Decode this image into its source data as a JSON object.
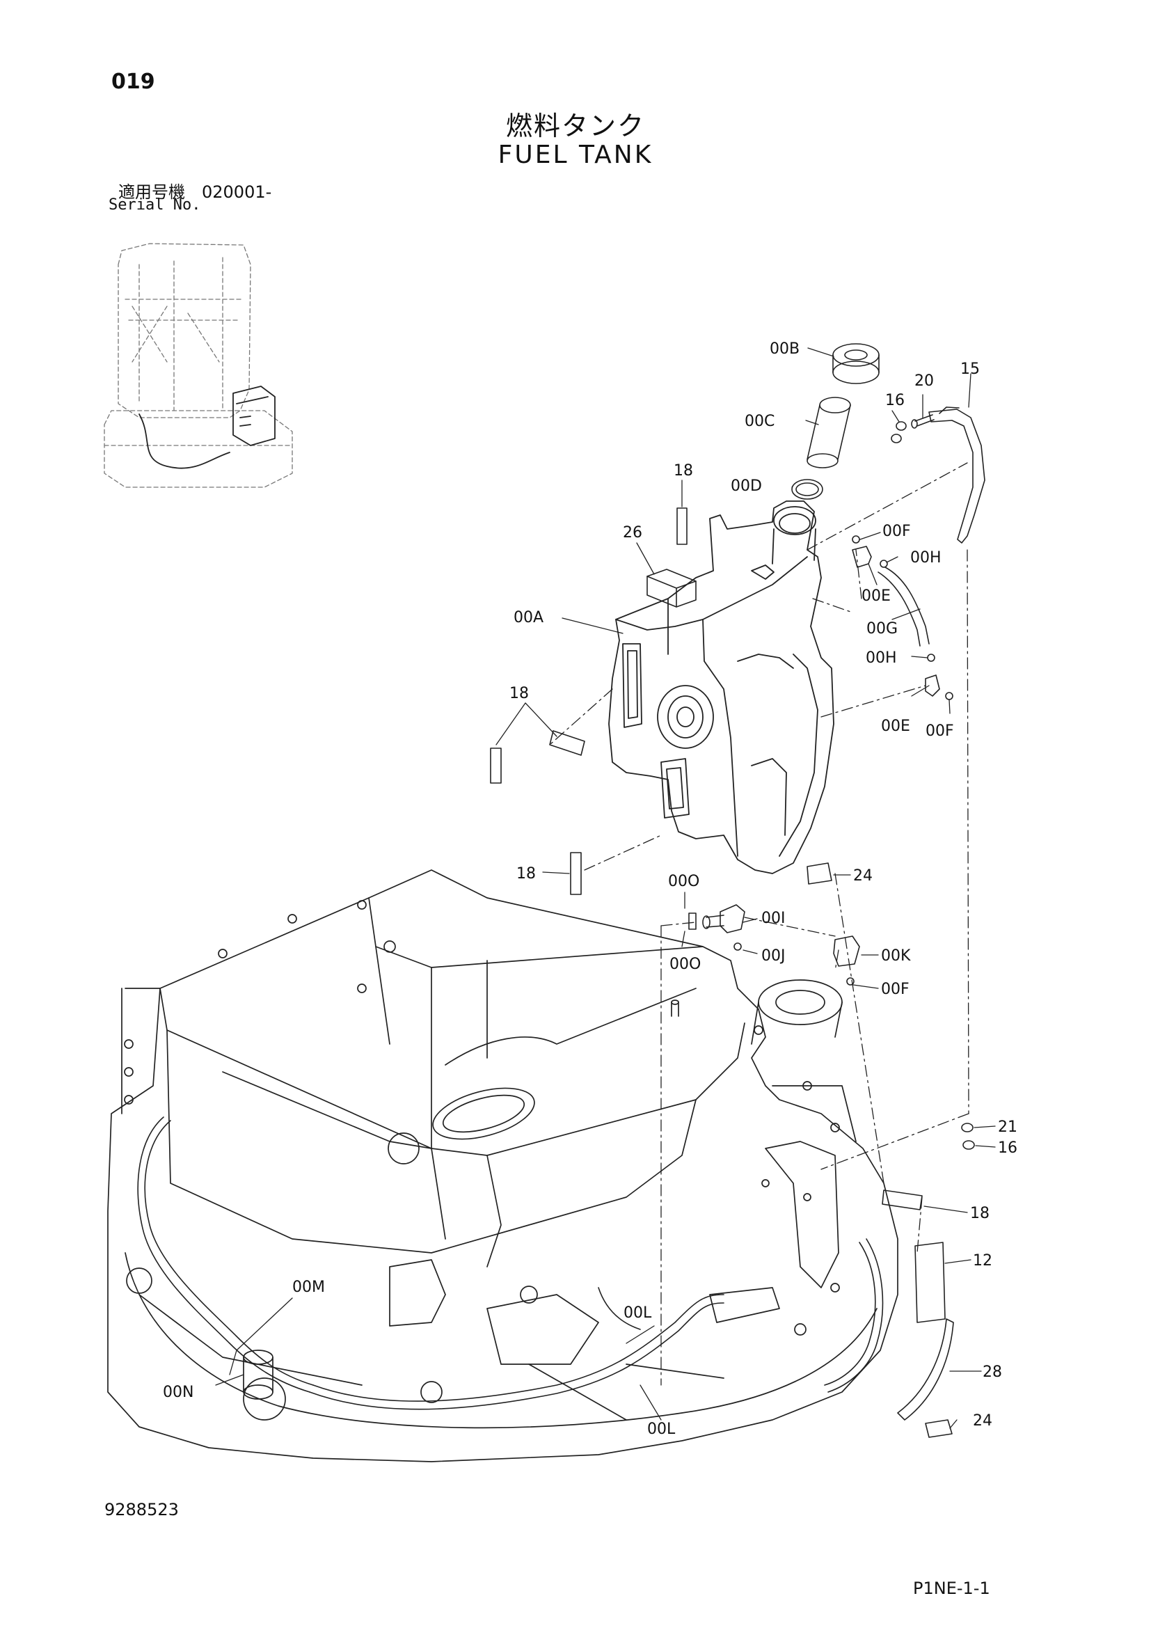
{
  "page_number": "019",
  "title_jp": "燃料タンク",
  "title_en": "FUEL TANK",
  "serial_jp": "適用号機　020001-",
  "serial_en": "Serial No.",
  "drawing_number": "9288523",
  "page_code": "P1NE-1-1",
  "callouts": {
    "c00B": "00B",
    "c00C": "00C",
    "c00D": "00D",
    "c16a": "16",
    "c20": "20",
    "c15": "15",
    "c18a": "18",
    "c26": "26",
    "c00F1": "00F",
    "c00H1": "00H",
    "c00E1": "00E",
    "c00G": "00G",
    "c00A": "00A",
    "c00H2": "00H",
    "c18b": "18",
    "c00E2": "00E",
    "c00F2": "00F",
    "c18c": "18",
    "c24a": "24",
    "c00O1": "00O",
    "c00I": "00I",
    "c00O2": "00O",
    "c00J": "00J",
    "c00K": "00K",
    "c00F3": "00F",
    "c21": "21",
    "c16b": "16",
    "c18d": "18",
    "c12": "12",
    "c00M": "00M",
    "c00L1": "00L",
    "c00N": "00N",
    "c28": "28",
    "c00L2": "00L",
    "c24b": "24"
  }
}
